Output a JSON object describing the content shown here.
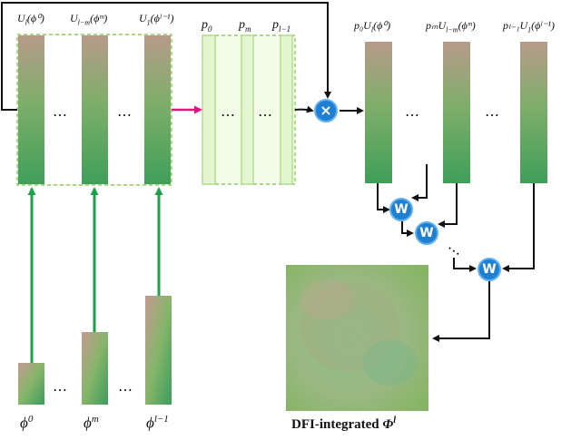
{
  "top_labels": {
    "u_l": "U",
    "u_l_sub": "l",
    "u_l_arg": "(ϕ⁰)",
    "u_lm": "U",
    "u_lm_sub": "l−m",
    "u_lm_arg": "(ϕᵐ)",
    "u_1": "U",
    "u_1_sub": "1",
    "u_1_arg": "(ϕˡ⁻¹)",
    "p0": "p",
    "p0_sub": "0",
    "pm": "p",
    "pm_sub": "m",
    "pl1": "p",
    "pl1_sub": "l−1"
  },
  "product_labels": {
    "a": "p₀U",
    "a_sub": "l",
    "a_arg": "(ϕ⁰)",
    "b": "pₘU",
    "b_sub": "l−m",
    "b_arg": "(ϕᵐ)",
    "c": "pₗ₋₁U",
    "c_sub": "1",
    "c_arg": "(ϕˡ⁻¹)"
  },
  "bottom_labels": {
    "phi0": "ϕ",
    "phi0_sup": "0",
    "phim": "ϕ",
    "phim_sup": "m",
    "phil": "ϕ",
    "phil_sup": "l−1"
  },
  "ellipsis": "…",
  "multiply_symbol": "×",
  "weight_symbol": "W",
  "caption": {
    "text": "DFI-integrated ",
    "symbol": "Φ",
    "sup": "l"
  },
  "colors": {
    "arrow_green": "#1aa34a",
    "arrow_magenta": "#e0157f",
    "dashed_green": "#7cc44a",
    "panel_fill": "#f1fbe6",
    "op_blue": "#1f7fd0"
  }
}
